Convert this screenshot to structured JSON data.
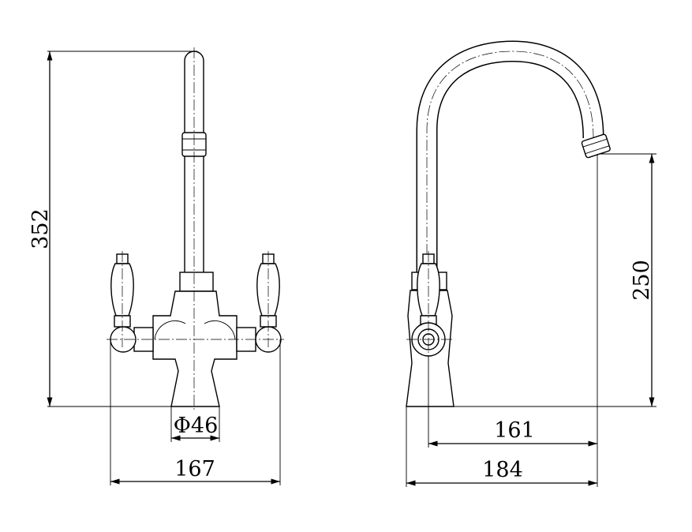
{
  "front_view": {
    "height_dim": "352",
    "base_diameter_dim": "Φ46",
    "width_dim": "167"
  },
  "side_view": {
    "spout_height_dim": "250",
    "spout_reach_dim": "161",
    "overall_depth_dim": "184"
  }
}
